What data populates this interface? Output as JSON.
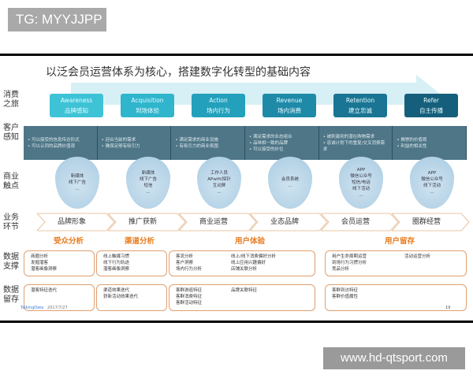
{
  "tag": "TG: MYYJJPP",
  "watermark": "www.hd-qtsport.com",
  "title": "以泛会员运营体系为核心，搭建数字化转型的基础内容",
  "rows": {
    "journey": "消费之旅",
    "perception": "客户感知",
    "touch": "商业触点",
    "business": "业务环节",
    "support": "数据支撑",
    "retention": "数据留存"
  },
  "journey": [
    {
      "en": "Awareness",
      "cn": "品牌感知",
      "color": "#3ec3d6"
    },
    {
      "en": "Acquisition",
      "cn": "到场体验",
      "color": "#2fb5cc"
    },
    {
      "en": "Action",
      "cn": "场内行为",
      "color": "#23a0bb"
    },
    {
      "en": "Revenue",
      "cn": "场内消费",
      "color": "#1e8aa8"
    },
    {
      "en": "Retention",
      "cn": "建立忠诚",
      "color": "#1a7594"
    },
    {
      "en": "Refer",
      "cn": "自主传播",
      "color": "#155f7c"
    }
  ],
  "perception": [
    [
      "可以接受的信息传达形式",
      "可以认同的品牌价值观"
    ],
    [
      "迎合当前的需求",
      "确保足够有吸引力"
    ],
    [
      "满足需求的商业设施",
      "有吸引力的商业氛围"
    ],
    [
      "满足需求的业态组合",
      "品味相一致的品牌",
      "可以接受的价位"
    ],
    [
      "被刺激到的潜在购物需求",
      "忠诚计划下的重复/交叉消费需求"
    ],
    [
      "推崇的价值观",
      "利益的相关性"
    ]
  ],
  "touchpoints": [
    [
      "新媒体",
      "线下广告",
      "..."
    ],
    [
      "新媒体",
      "线下广告",
      "短信",
      "..."
    ],
    [
      "工作人员",
      "APwifi/探针",
      "互动屏",
      "..."
    ],
    [
      "会员系统",
      "..."
    ],
    [
      "APP",
      "微信公众号",
      "短信/电话",
      "线下活动",
      "..."
    ],
    [
      "APP",
      "微信公众号",
      "线下活动",
      "..."
    ]
  ],
  "business": [
    "品牌形象",
    "推广获新",
    "商业运营",
    "业态品牌",
    "会员运营",
    "圈群经营"
  ],
  "categories": [
    "受众分析",
    "渠道分析",
    "用户体验",
    "用户留存"
  ],
  "support": [
    {
      "a": [
        "商圈分析",
        "发掘潜客",
        "潜客画像洞察"
      ],
      "b": []
    },
    {
      "a": [
        "线上触媒习惯",
        "线下行为轨迹",
        "潜客画像洞察"
      ],
      "b": []
    },
    {
      "a": [
        "客流分析",
        "客户洞察",
        "场内行为分析"
      ],
      "b": [
        "线上/线下消费偏好分析",
        "线上应用兴趣偏好",
        "店铺关联分析"
      ]
    },
    {
      "a": [
        "用户生命周期运营",
        "到场行为习惯分析",
        "竞品分析"
      ],
      "b": [
        "活动运营分析"
      ]
    }
  ],
  "retention_data": [
    {
      "a": [
        "潜客特征迭代"
      ],
      "b": []
    },
    {
      "a": [
        "渠道效果迭代",
        "获新活动效果迭代"
      ],
      "b": []
    },
    {
      "a": [
        "客群游逛特征",
        "客群消费特征",
        "客群活动特征"
      ],
      "b": [
        "品牌关联特征"
      ]
    },
    {
      "a": [
        "客群到访特征",
        "客群价值属性"
      ],
      "b": []
    }
  ],
  "footer": {
    "brand": "TalkingData",
    "date": "2017/7/27",
    "page": "19"
  }
}
